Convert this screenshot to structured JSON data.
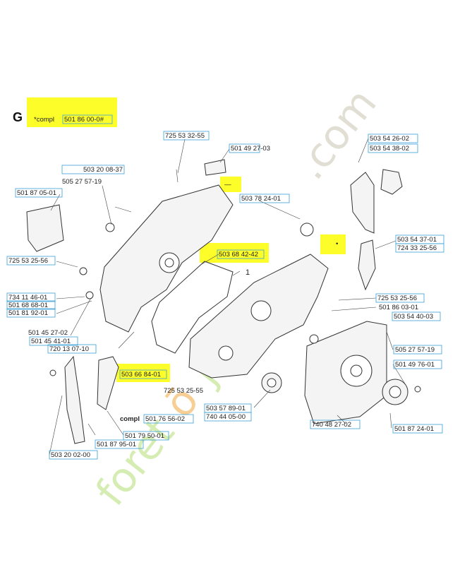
{
  "section_letter": "G",
  "compl_header": {
    "prefix": "*compl",
    "part": "501 86 00-0#"
  },
  "watermark": {
    "part1": "foret",
    "o_char": "ō",
    "part2": "jardin",
    "suffix": ".com"
  },
  "highlight_color": "#fdfd2a",
  "box_color": "#3aa0d8",
  "callout_1": "1",
  "callout_dash": "—",
  "callout_dot": "•",
  "labels": {
    "p725_53_32_55": "725 53 32-55",
    "p501_49_27_03": "501 49 27-03",
    "p503_20_08_37": "503 20 08-37",
    "p505_27_57_19_a": "505 27 57-19",
    "p501_87_05_01": "501 87 05-01",
    "p503_78_24_01": "503 78 24-01",
    "p503_54_26_02": "503 54 26-02",
    "p503_54_38_02": "503 54 38-02",
    "p503_54_37_01": "503 54 37-01",
    "p724_33_25_56": "724 33 25-56",
    "p503_68_42_42": "503 68 42-42",
    "p725_53_25_56_a": "725 53 25-56",
    "p734_11_46_01": "734 11 46-01",
    "p501_68_68_01": "501 68 68-01",
    "p501_81_92_01": "501 81 92-01",
    "p501_45_27_02": "501 45 27-02",
    "p501_45_41_01": "501 45 41-01",
    "p720_13_07_10": "720 13 07-10",
    "p725_53_25_56_b": "725 53 25-56",
    "p501_86_03_01": "501 86 03-01",
    "p503_54_40_03": "503 54 40-03",
    "p505_27_57_19_b": "505 27 57-19",
    "p501_49_76_01": "501 49 76-01",
    "p503_66_84_01": "503 66 84-01",
    "p725_53_25_55": "725 53 25-55",
    "compl_prefix": "compl",
    "p501_76_56_02": "501 76 56-02",
    "p503_57_89_01": "503 57 89-01",
    "p740_44_05_00": "740 44 05-00",
    "p740_48_27_02": "740 48 27-02",
    "p501_87_24_01": "501 87 24-01",
    "p501_79_50_01": "501 79 50-01",
    "p501_87_95_01": "501 87 95-01",
    "p503_20_02_00": "503 20 02-00"
  }
}
